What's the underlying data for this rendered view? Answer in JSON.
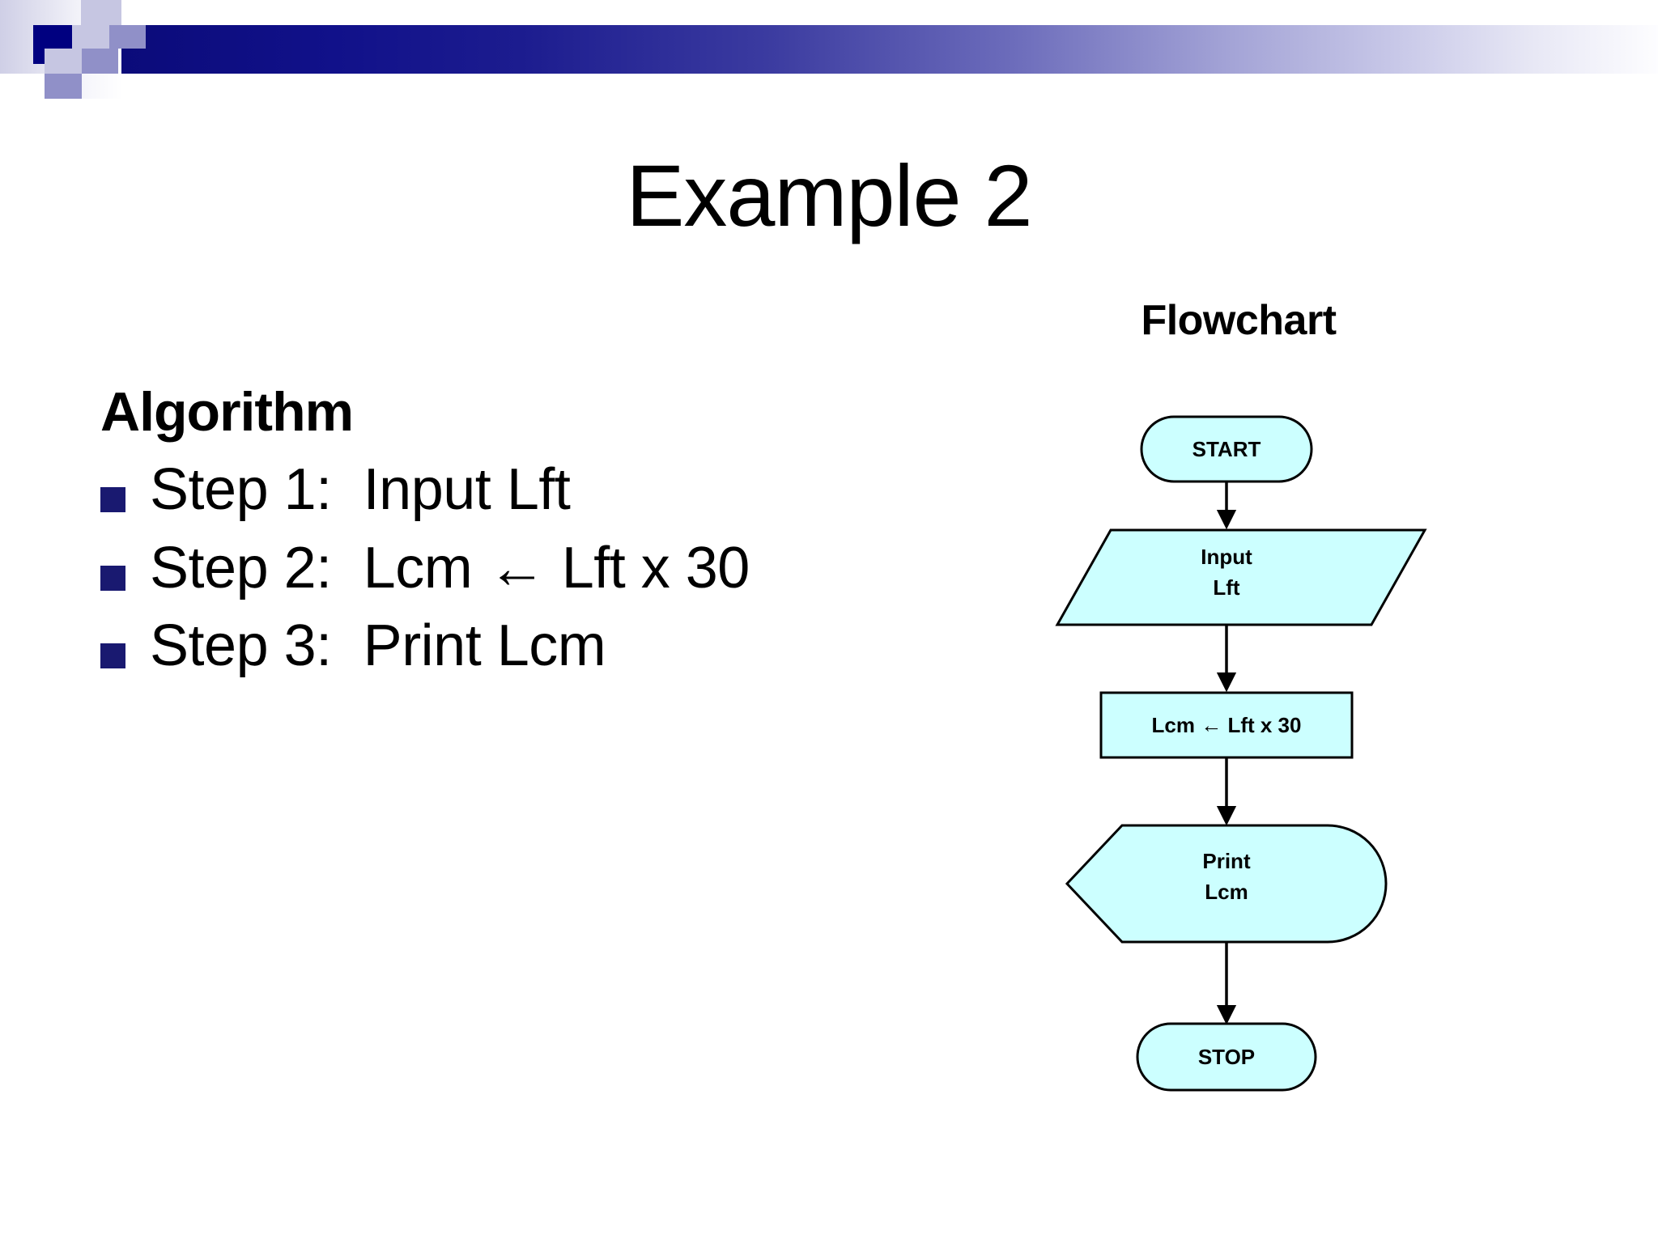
{
  "slide": {
    "title": "Example 2"
  },
  "header": {
    "bar_gradient_from": "#0b0b7a",
    "bar_gradient_to": "#ffffff",
    "square_navy": "#000080",
    "square_light": "#c6c6e2",
    "square_mid": "#9090c8"
  },
  "algorithm": {
    "heading": "Algorithm",
    "bullet_color": "#191970",
    "steps": [
      {
        "label": "Step 1:  Input Lft"
      },
      {
        "label": "Step 2:  Lcm ← Lft x 30"
      },
      {
        "label": "Step 3:  Print Lcm"
      }
    ]
  },
  "flowchart": {
    "heading": "Flowchart",
    "fill_color": "#CCFFFF",
    "stroke_color": "#000000",
    "nodes": [
      {
        "id": "start",
        "shape": "terminator",
        "lines": [
          "START"
        ]
      },
      {
        "id": "input",
        "shape": "parallelogram",
        "lines": [
          "Input",
          "Lft"
        ]
      },
      {
        "id": "process",
        "shape": "rectangle",
        "lines": [
          "Lcm ← Lft x 30"
        ]
      },
      {
        "id": "print",
        "shape": "display",
        "lines": [
          "Print",
          "Lcm"
        ]
      },
      {
        "id": "stop",
        "shape": "terminator",
        "lines": [
          "STOP"
        ]
      }
    ],
    "edges": [
      {
        "from": "start",
        "to": "input"
      },
      {
        "from": "input",
        "to": "process"
      },
      {
        "from": "process",
        "to": "print"
      },
      {
        "from": "print",
        "to": "stop"
      }
    ]
  }
}
